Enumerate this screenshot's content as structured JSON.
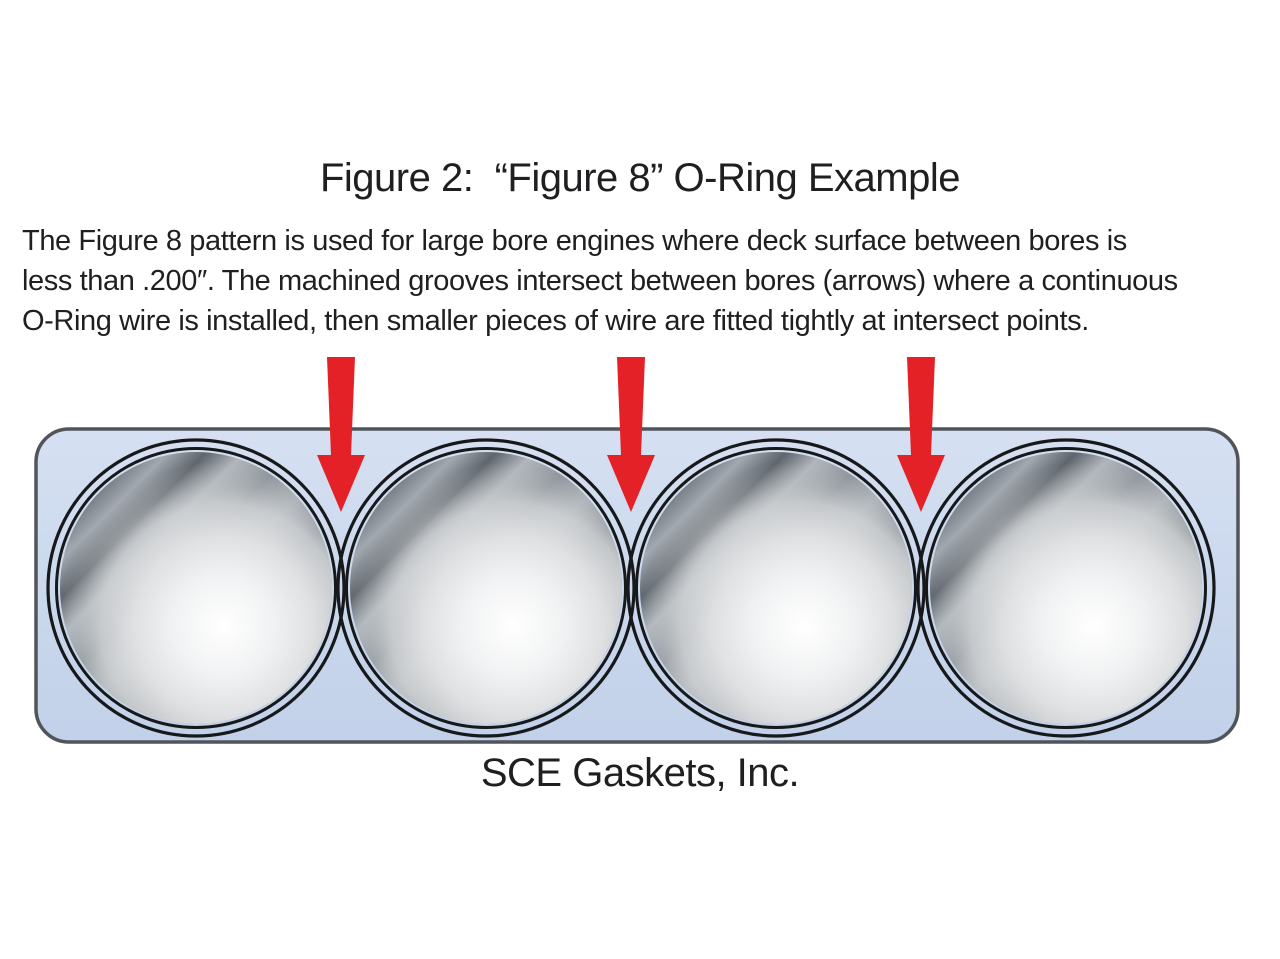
{
  "title": {
    "text": "Figure 2:  “Figure 8” O-Ring Example"
  },
  "description": {
    "lines": [
      "The Figure 8 pattern is used for large bore engines where deck surface between bores is",
      "less than .200″. The machined grooves intersect between bores (arrows) where a continuous",
      "O-Ring wire is installed, then smaller pieces of wire are fitted tightly at intersect points."
    ]
  },
  "footer": {
    "text": "SCE Gaskets, Inc."
  },
  "diagram": {
    "bore_count": 4,
    "arrow_count": 3,
    "colors": {
      "arrow_red": "#e32126",
      "gasket_blue": "#ccd9ee",
      "gasket_blue_top": "#d6e0f2",
      "gasket_blue_bottom": "#c2d1e9",
      "gasket_border_gray": "#51555a",
      "ring_black": "#17181a",
      "metal_dark": "#6d737a",
      "metal_light": "#ffffff",
      "text_black": "#1f1f21",
      "page_white": "#ffffff"
    }
  }
}
